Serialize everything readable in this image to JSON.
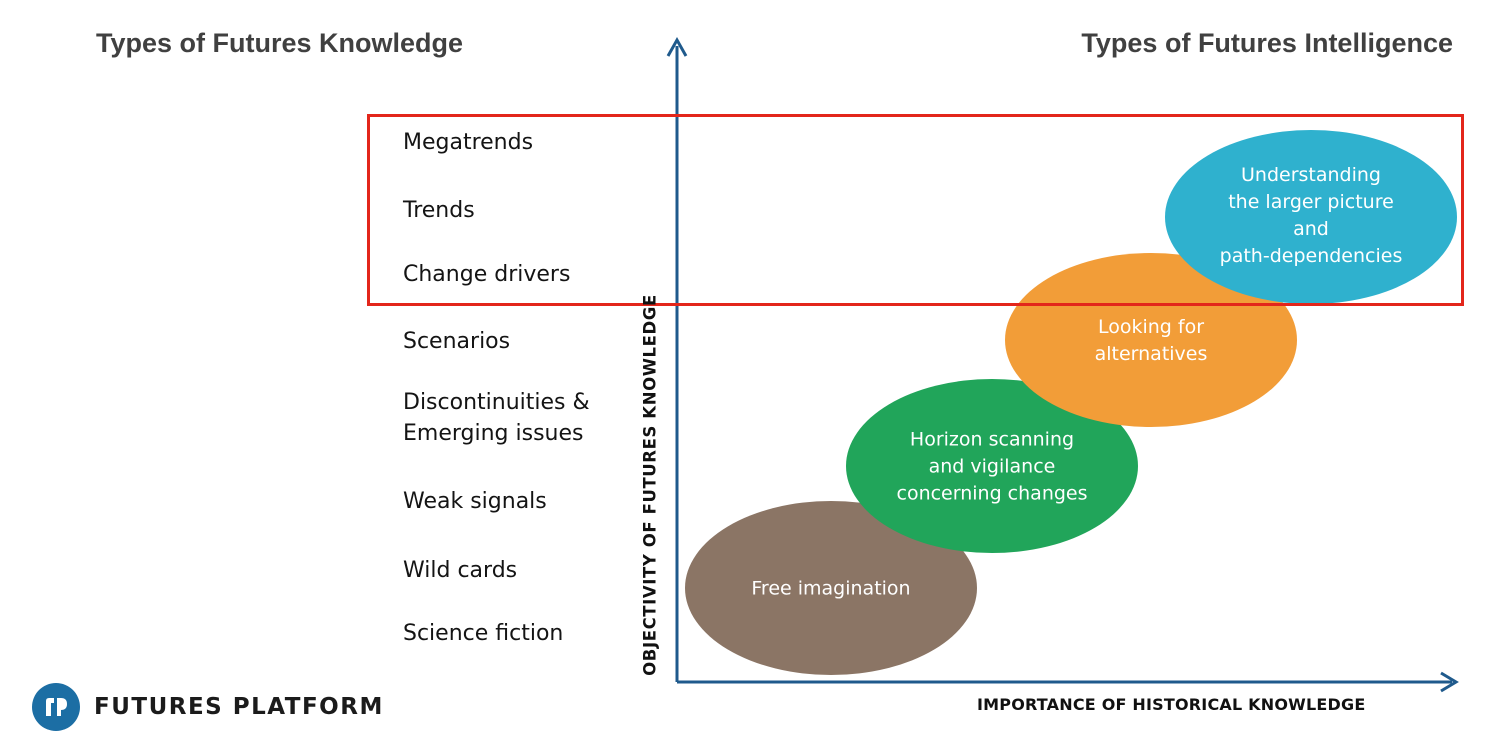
{
  "headers": {
    "left": "Types of Futures Knowledge",
    "right": "Types of Futures Intelligence"
  },
  "knowledge_types": [
    "Megatrends",
    "Trends",
    "Change drivers",
    "Scenarios",
    "Discontinuities &\nEmerging issues",
    "Weak signals",
    "Wild cards",
    "Science fiction"
  ],
  "intelligence_types": [
    {
      "label": "Free imagination",
      "color": "#8b7565"
    },
    {
      "label": "Horizon scanning\nand vigilance\nconcerning changes",
      "color": "#21a55a"
    },
    {
      "label": "Looking for\nalternatives",
      "color": "#f29d38"
    },
    {
      "label": "Understanding\nthe larger picture and\npath-dependencies",
      "color": "#2fb1ce"
    }
  ],
  "axes": {
    "y_label": "OBJECTIVITY OF FUTURES KNOWLEDGE",
    "x_label": "IMPORTANCE OF HISTORICAL KNOWLEDGE",
    "color": "#1f5a8c"
  },
  "highlight_color": "#e3261b",
  "logo": {
    "text": "FUTURES PLATFORM",
    "icon": "futures-platform-logo-icon",
    "color": "#1c6ea4"
  }
}
